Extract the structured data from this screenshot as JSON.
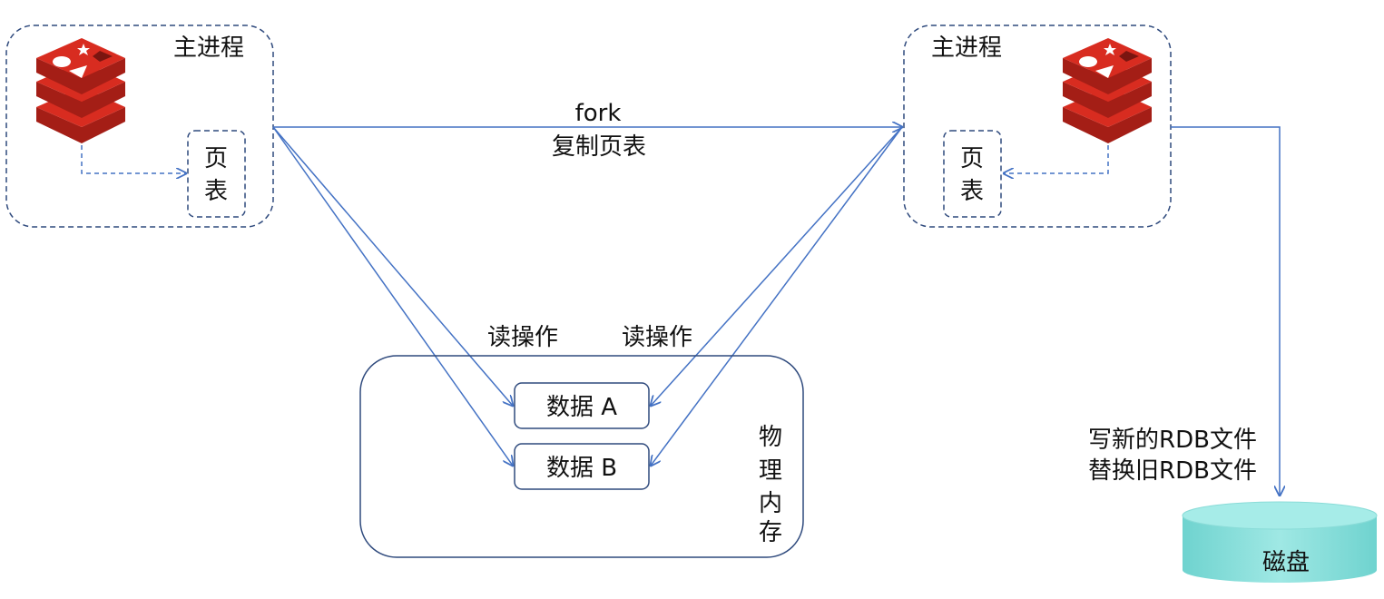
{
  "left_process": {
    "title": "主进程",
    "page_table_chars": [
      "页",
      "表"
    ]
  },
  "right_process": {
    "title": "主进程",
    "page_table_chars": [
      "页",
      "表"
    ]
  },
  "fork_arrow": {
    "label_line1": "fork",
    "label_line2": "复制页表"
  },
  "read_ops": {
    "left_label": "读操作",
    "right_label": "读操作"
  },
  "memory": {
    "label_chars": [
      "物",
      "理",
      "内",
      "存"
    ],
    "data_a": "数据 A",
    "data_b": "数据 B"
  },
  "rdb": {
    "line1": "写新的RDB文件",
    "line2": "替换旧RDB文件"
  },
  "disk": {
    "label": "磁盘"
  },
  "colors": {
    "arrow": "#4472c4",
    "box_border": "#2f4a7d",
    "redis_red": "#d82c20",
    "disk_fill": "#7fdcd8"
  }
}
